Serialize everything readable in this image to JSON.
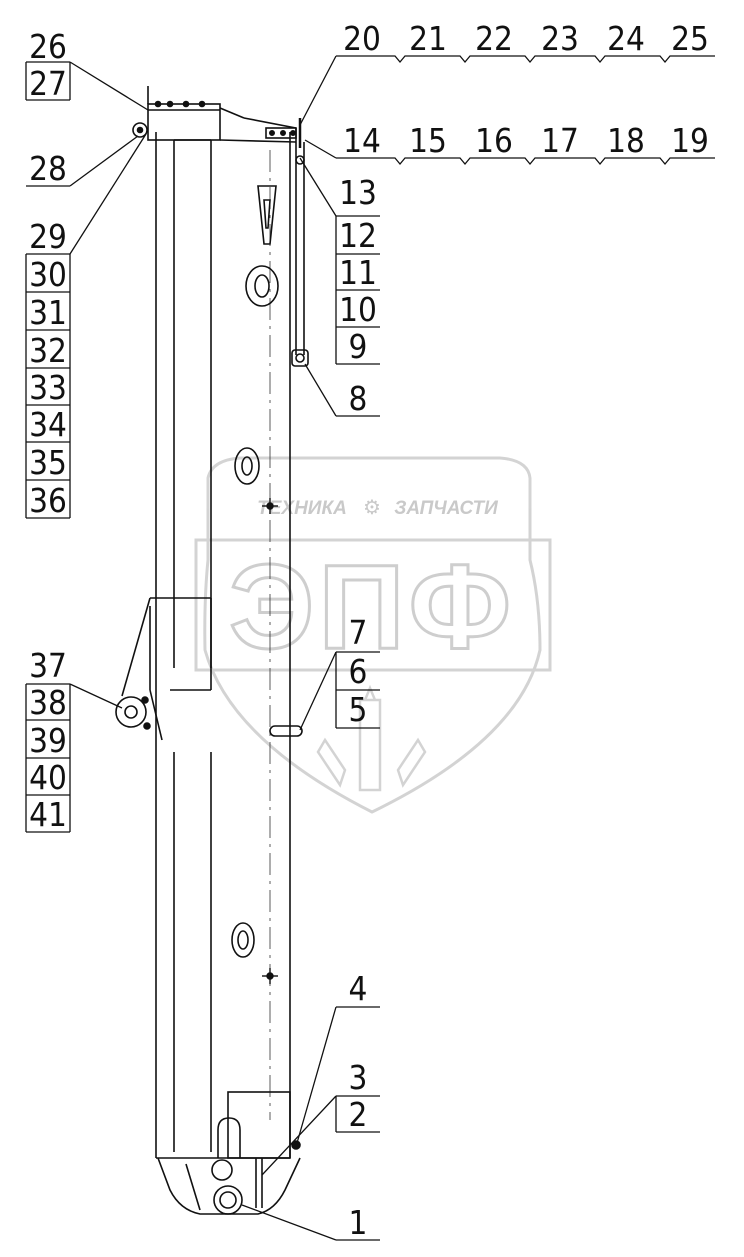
{
  "callouts": {
    "top_row": [
      "20",
      "21",
      "22",
      "23",
      "24",
      "25"
    ],
    "second_row": [
      "14",
      "15",
      "16",
      "17",
      "18",
      "19"
    ],
    "right_stack_upper": [
      "13",
      "12",
      "11",
      "10",
      "9"
    ],
    "right_single_8": "8",
    "right_stack_middle": [
      "7",
      "6",
      "5"
    ],
    "right_lower_4": "4",
    "right_stack_lower": [
      "3",
      "2"
    ],
    "right_bottom_1": "1",
    "left_stack_top": [
      "26",
      "27"
    ],
    "left_single_28": "28",
    "left_stack_middle": [
      "29",
      "30",
      "31",
      "32",
      "33",
      "34",
      "35",
      "36"
    ],
    "left_stack_lower": [
      "37",
      "38",
      "39",
      "40",
      "41"
    ]
  },
  "watermark": {
    "top_text_left": "ТЕХНИКА",
    "top_text_right": "ЗАПЧАСТИ",
    "logo_letters": "ЭПФ",
    "color": "#c9c9c9"
  }
}
